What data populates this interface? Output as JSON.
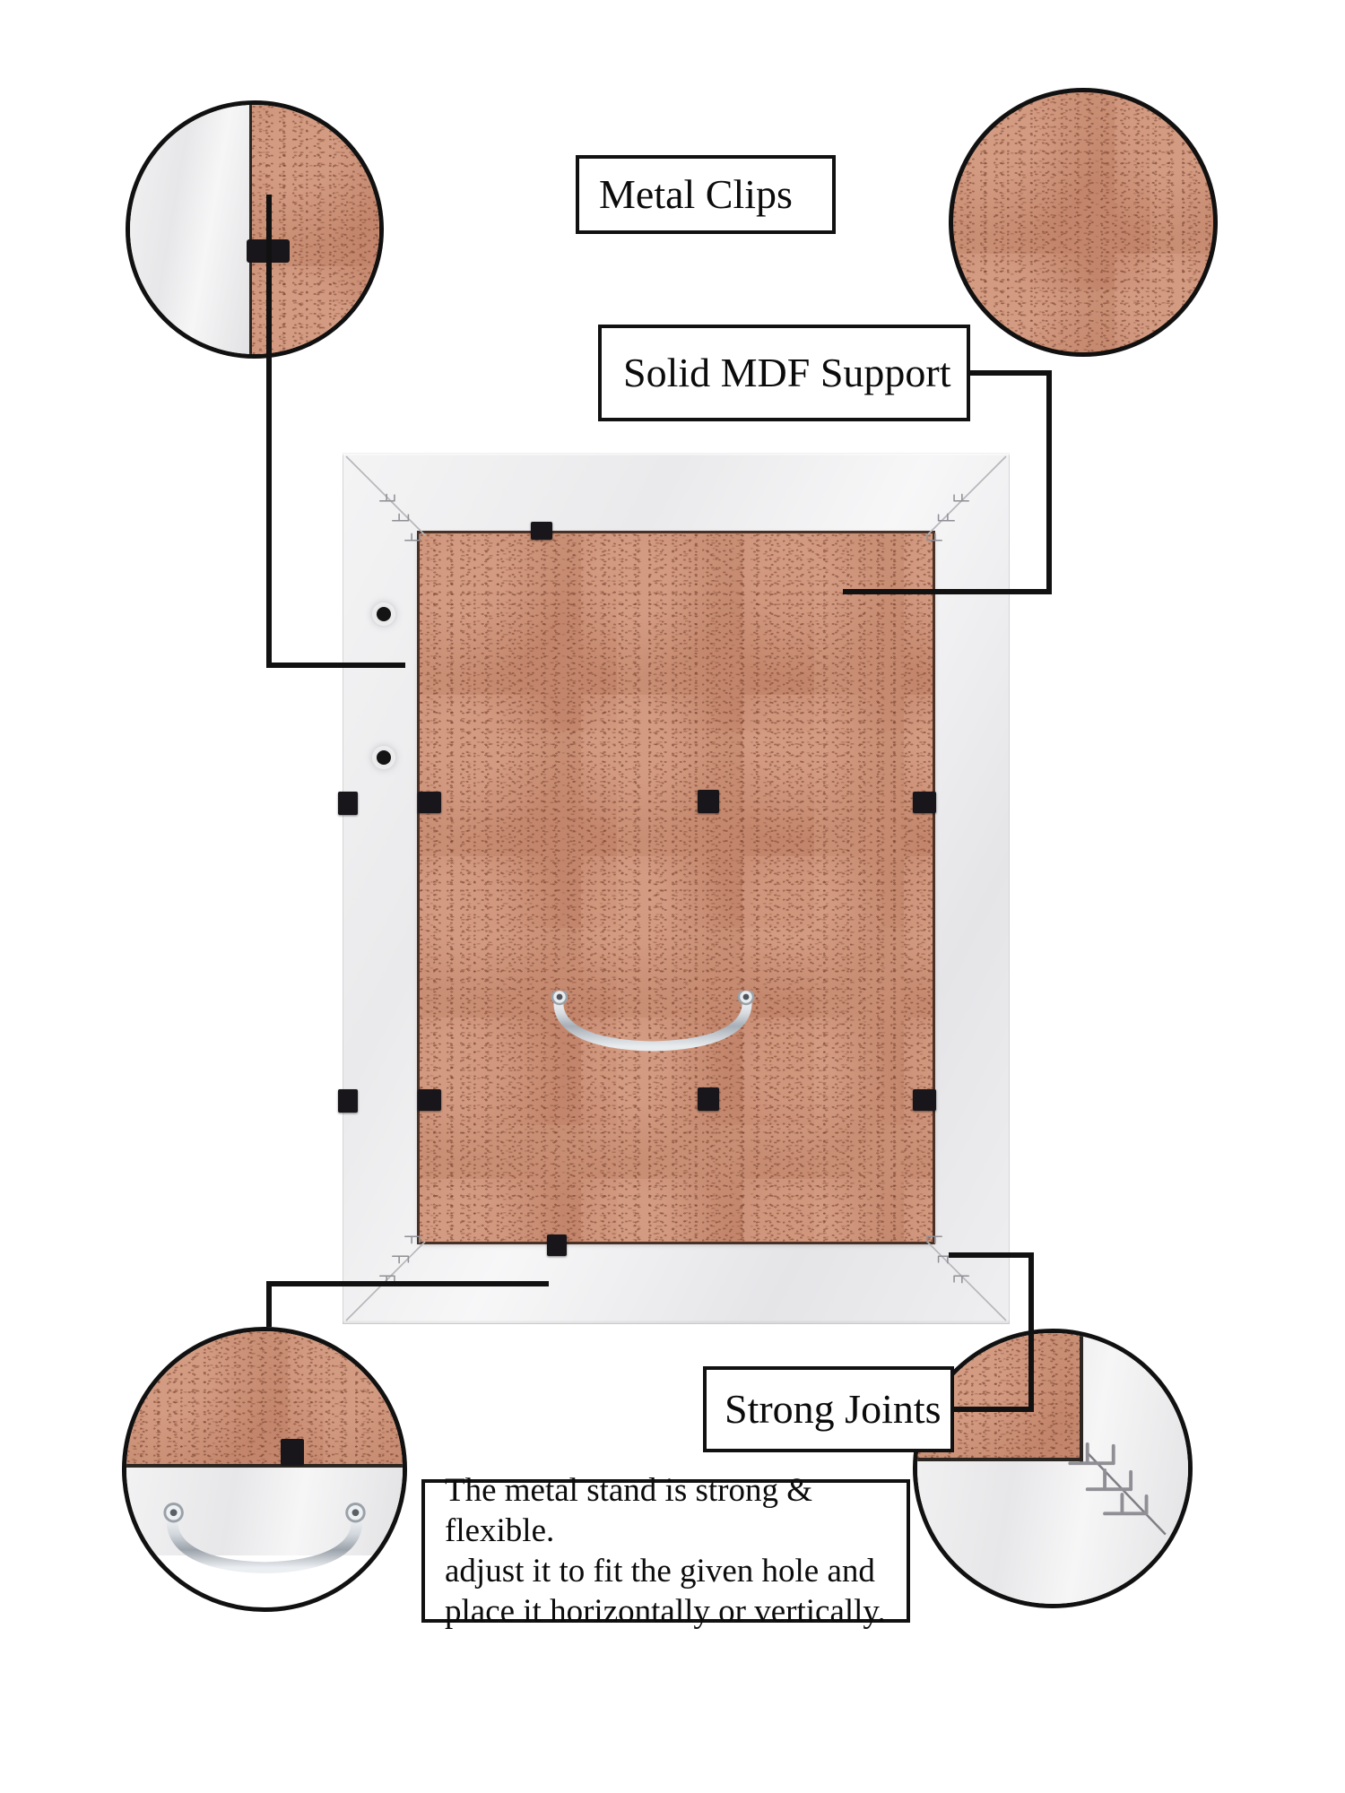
{
  "image": {
    "kind": "product-infographic",
    "subject": "white photo picture frame, back view",
    "background_color": "#ffffff"
  },
  "labels": {
    "metal_clips": "Metal Clips",
    "solid_mdf_support": "Solid MDF Support",
    "strong_joints": "Strong Joints",
    "stand_description": "The metal stand is strong & flexible.\nadjust it to fit the given hole and\nplace it horizontally or vertically."
  },
  "callouts": [
    {
      "id": "metal-clips",
      "label": "Metal Clips",
      "detail_position": "top-left"
    },
    {
      "id": "solid-mdf-support",
      "label": "Solid MDF Support",
      "detail_position": "top-right"
    },
    {
      "id": "strong-joints",
      "label": "Strong Joints",
      "detail_position": "bottom-right"
    },
    {
      "id": "metal-stand",
      "label": "The metal stand is strong & flexible.\nadjust it to fit the given hole and\nplace it horizontally or vertically.",
      "detail_position": "bottom-left"
    }
  ],
  "magnifiers": [
    {
      "id": "top-left",
      "shows": "metal clip holding MDF backing against white frame edge"
    },
    {
      "id": "top-right",
      "shows": "close-up of solid MDF board fibre texture"
    },
    {
      "id": "bottom-left",
      "shows": "metal stand wire loop attached below MDF backing"
    },
    {
      "id": "bottom-right",
      "shows": "mitred corner joint with metal staples"
    }
  ],
  "colors": {
    "mdf_board": "#c98f75",
    "frame_white": "#eeeef0",
    "clip_black": "#18161a",
    "outline": "#111111",
    "stand_metal": "#c9ced3",
    "text": "#0b0b0b"
  },
  "product_features": {
    "metal_clips_count": 6,
    "hanging_holes_count": 2,
    "corner_joints_count": 4,
    "stand_type": "flexible metal wire loop",
    "backing_material": "Solid MDF"
  }
}
